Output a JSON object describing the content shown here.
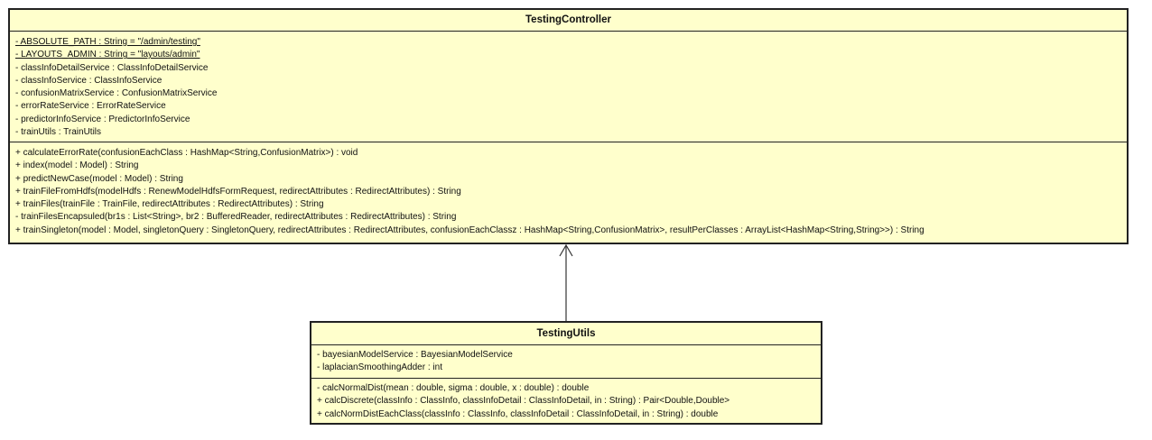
{
  "testing_controller": {
    "name": "TestingController",
    "attributes": [
      "- ABSOLUTE_PATH : String = \"/admin/testing\"",
      "- LAYOUTS_ADMIN : String = \"layouts/admin\"",
      "- classInfoDetailService : ClassInfoDetailService",
      "- classInfoService : ClassInfoService",
      "- confusionMatrixService : ConfusionMatrixService",
      "- errorRateService : ErrorRateService",
      "- predictorInfoService : PredictorInfoService",
      "- trainUtils : TrainUtils"
    ],
    "operations": [
      "+ calculateErrorRate(confusionEachClass : HashMap<String,ConfusionMatrix>) : void",
      "+ index(model : Model) : String",
      "+ predictNewCase(model : Model) : String",
      "+ trainFileFromHdfs(modelHdfs : RenewModelHdfsFormRequest, redirectAttributes : RedirectAttributes) : String",
      "+ trainFiles(trainFile : TrainFile, redirectAttributes : RedirectAttributes) : String",
      "- trainFilesEncapsuled(br1s : List<String>, br2 : BufferedReader, redirectAttributes : RedirectAttributes) : String",
      "+ trainSingleton(model : Model, singletonQuery : SingletonQuery, redirectAttributes : RedirectAttributes, confusionEachClassz : HashMap<String,ConfusionMatrix>, resultPerClasses : ArrayList<HashMap<String,String>>) : String"
    ]
  },
  "testing_utils": {
    "name": "TestingUtils",
    "attributes": [
      "- bayesianModelService : BayesianModelService",
      "- laplacianSmoothingAdder : int"
    ],
    "operations": [
      "- calcNormalDist(mean : double, sigma : double, x : double) : double",
      "+ calcDiscrete(classInfo : ClassInfo, classInfoDetail : ClassInfoDetail, in : String) : Pair<Double,Double>",
      "+ calcNormDistEachClass(classInfo : ClassInfo, classInfoDetail : ClassInfoDetail, in : String) : double"
    ]
  },
  "colors": {
    "class_fill": "#ffffcc",
    "border": "#222222"
  }
}
